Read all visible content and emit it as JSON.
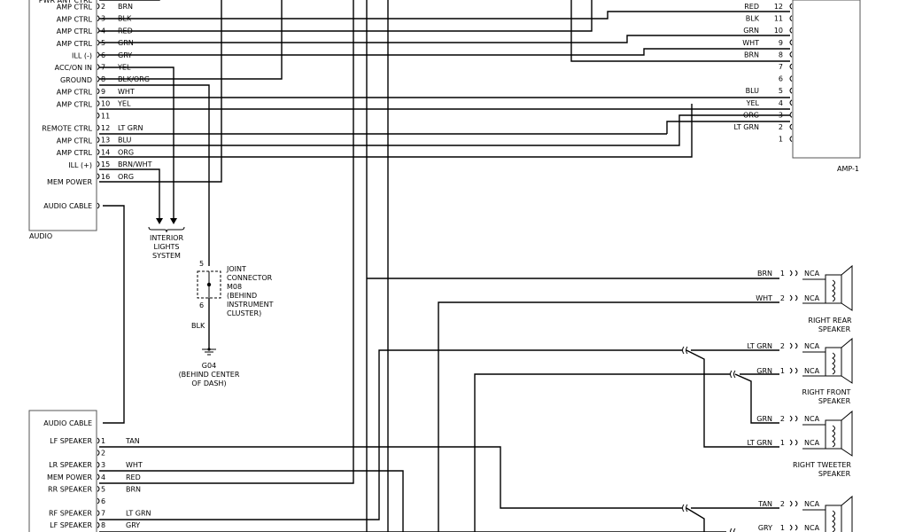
{
  "audio_top": {
    "label": "AUDIO",
    "pins": [
      {
        "pin": "2",
        "func": "PWR ANT CTRL",
        "color": "BRN"
      },
      {
        "pin": "3",
        "func": "AMP CTRL",
        "color": "BLK"
      },
      {
        "pin": "4",
        "func": "AMP CTRL",
        "color": "RED"
      },
      {
        "pin": "5",
        "func": "AMP CTRL",
        "color": "GRN"
      },
      {
        "pin": "6",
        "func": "AMP CTRL",
        "color": "GRY"
      },
      {
        "pin": "7",
        "func": "ILL (-)",
        "color": "YEL"
      },
      {
        "pin": "8",
        "func": "ACC/ON IN",
        "color": "BLK/ORG"
      },
      {
        "pin": "9",
        "func": "GROUND",
        "color": "WHT"
      },
      {
        "pin": "10",
        "func": "AMP CTRL",
        "color": "YEL"
      },
      {
        "pin": "11",
        "func": "AMP CTRL",
        "color": ""
      },
      {
        "pin": "12",
        "func": "",
        "color": "LT GRN"
      },
      {
        "pin": "13",
        "func": "REMOTE CTRL",
        "color": "BLU"
      },
      {
        "pin": "14",
        "func": "AMP CTRL",
        "color": "ORG"
      },
      {
        "pin": "15",
        "func": "AMP CTRL",
        "color": "BRN/WHT"
      },
      {
        "pin": "16",
        "func": "ILL (+)",
        "color": "ORG"
      }
    ],
    "mem_power": "MEM POWER",
    "audio_cable": "AUDIO CABLE"
  },
  "amp": {
    "label": "AMP-1",
    "pins": [
      {
        "pin": "12",
        "color": "RED"
      },
      {
        "pin": "11",
        "color": "BLK"
      },
      {
        "pin": "10",
        "color": "GRN"
      },
      {
        "pin": "9",
        "color": "WHT"
      },
      {
        "pin": "8",
        "color": "BRN"
      },
      {
        "pin": "7",
        "color": ""
      },
      {
        "pin": "6",
        "color": ""
      },
      {
        "pin": "5",
        "color": "BLU"
      },
      {
        "pin": "4",
        "color": "YEL"
      },
      {
        "pin": "3",
        "color": "ORG"
      },
      {
        "pin": "2",
        "color": "LT GRN"
      },
      {
        "pin": "1",
        "color": ""
      }
    ]
  },
  "interior_lights": [
    "INTERIOR",
    "LIGHTS",
    "SYSTEM"
  ],
  "joint_connector": {
    "pin_top": "5",
    "pin_bottom": "6",
    "lines": [
      "JOINT",
      "CONNECTOR",
      "M08",
      "(BEHIND",
      "INSTRUMENT",
      "CLUSTER)"
    ],
    "wire_color": "BLK"
  },
  "ground": {
    "label": "G04",
    "lines": [
      "(BEHIND CENTER",
      "OF DASH)"
    ]
  },
  "audio_bottom": {
    "pins": [
      {
        "pin": "",
        "func": "AUDIO CABLE",
        "color": ""
      },
      {
        "pin": "1",
        "func": "LF SPEAKER",
        "color": "TAN"
      },
      {
        "pin": "2",
        "func": "",
        "color": ""
      },
      {
        "pin": "3",
        "func": "LR SPEAKER",
        "color": "WHT"
      },
      {
        "pin": "4",
        "func": "MEM POWER",
        "color": "RED"
      },
      {
        "pin": "5",
        "func": "RR SPEAKER",
        "color": "BRN"
      },
      {
        "pin": "6",
        "func": "",
        "color": ""
      },
      {
        "pin": "7",
        "func": "RF SPEAKER",
        "color": "LT GRN"
      },
      {
        "pin": "8",
        "func": "LF SPEAKER",
        "color": "GRY"
      }
    ]
  },
  "speakers": {
    "nca": "NCA",
    "right_rear": {
      "lines": [
        "RIGHT REAR",
        "SPEAKER"
      ],
      "pins": [
        {
          "pin": "1",
          "color": "BRN"
        },
        {
          "pin": "2",
          "color": "WHT"
        }
      ]
    },
    "right_front": {
      "lines": [
        "RIGHT FRONT",
        "SPEAKER"
      ],
      "pins": [
        {
          "pin": "2",
          "color": "LT GRN"
        },
        {
          "pin": "1",
          "color": "GRN"
        }
      ]
    },
    "right_tweeter": {
      "lines": [
        "RIGHT TWEETER",
        "SPEAKER"
      ],
      "pins": [
        {
          "pin": "2",
          "color": "GRN"
        },
        {
          "pin": "1",
          "color": "LT GRN"
        }
      ]
    },
    "left_front_partial": {
      "pins": [
        {
          "pin": "2",
          "color": "TAN"
        },
        {
          "pin": "1",
          "color": "GRY"
        }
      ]
    }
  }
}
